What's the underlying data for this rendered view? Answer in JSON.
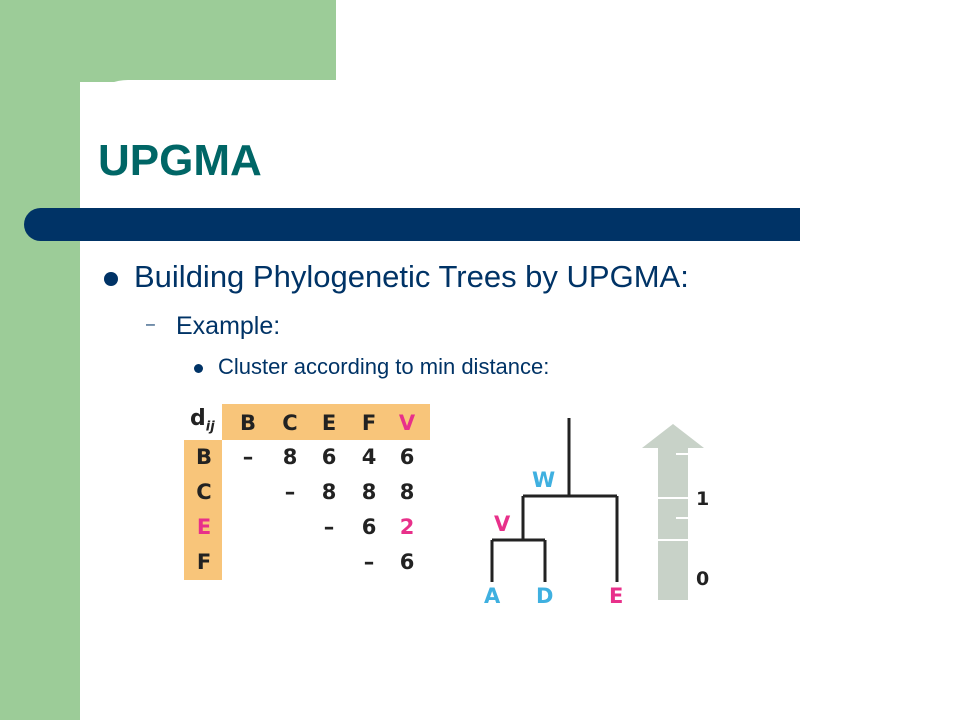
{
  "slide": {
    "title": "UPGMA",
    "bullets": [
      "Building Phylogenetic Trees by UPGMA:",
      "Example:",
      "Cluster according to min distance:"
    ],
    "colors": {
      "accent_green": "#9ccc98",
      "title_teal": "#006666",
      "navy": "#003366",
      "matrix_header": "#f8c57a",
      "blue_label": "#3fb0e0",
      "pink_label": "#e8308a"
    }
  },
  "matrix": {
    "corner": "d",
    "corner_sub": "ij",
    "columns": [
      "B",
      "C",
      "E",
      "F",
      "V"
    ],
    "rows": [
      {
        "label": "B",
        "cells": [
          "–",
          "8",
          "6",
          "4",
          "6"
        ]
      },
      {
        "label": "C",
        "cells": [
          "",
          "–",
          "8",
          "8",
          "8"
        ]
      },
      {
        "label": "E",
        "cells": [
          "",
          "",
          "–",
          "6",
          "2"
        ]
      },
      {
        "label": "F",
        "cells": [
          "",
          "",
          "",
          "–",
          "6"
        ]
      }
    ]
  },
  "tree": {
    "internal_nodes": [
      "W",
      "V"
    ],
    "leaves": [
      "A",
      "D",
      "E"
    ],
    "scale_ticks": [
      "1",
      "0"
    ]
  }
}
